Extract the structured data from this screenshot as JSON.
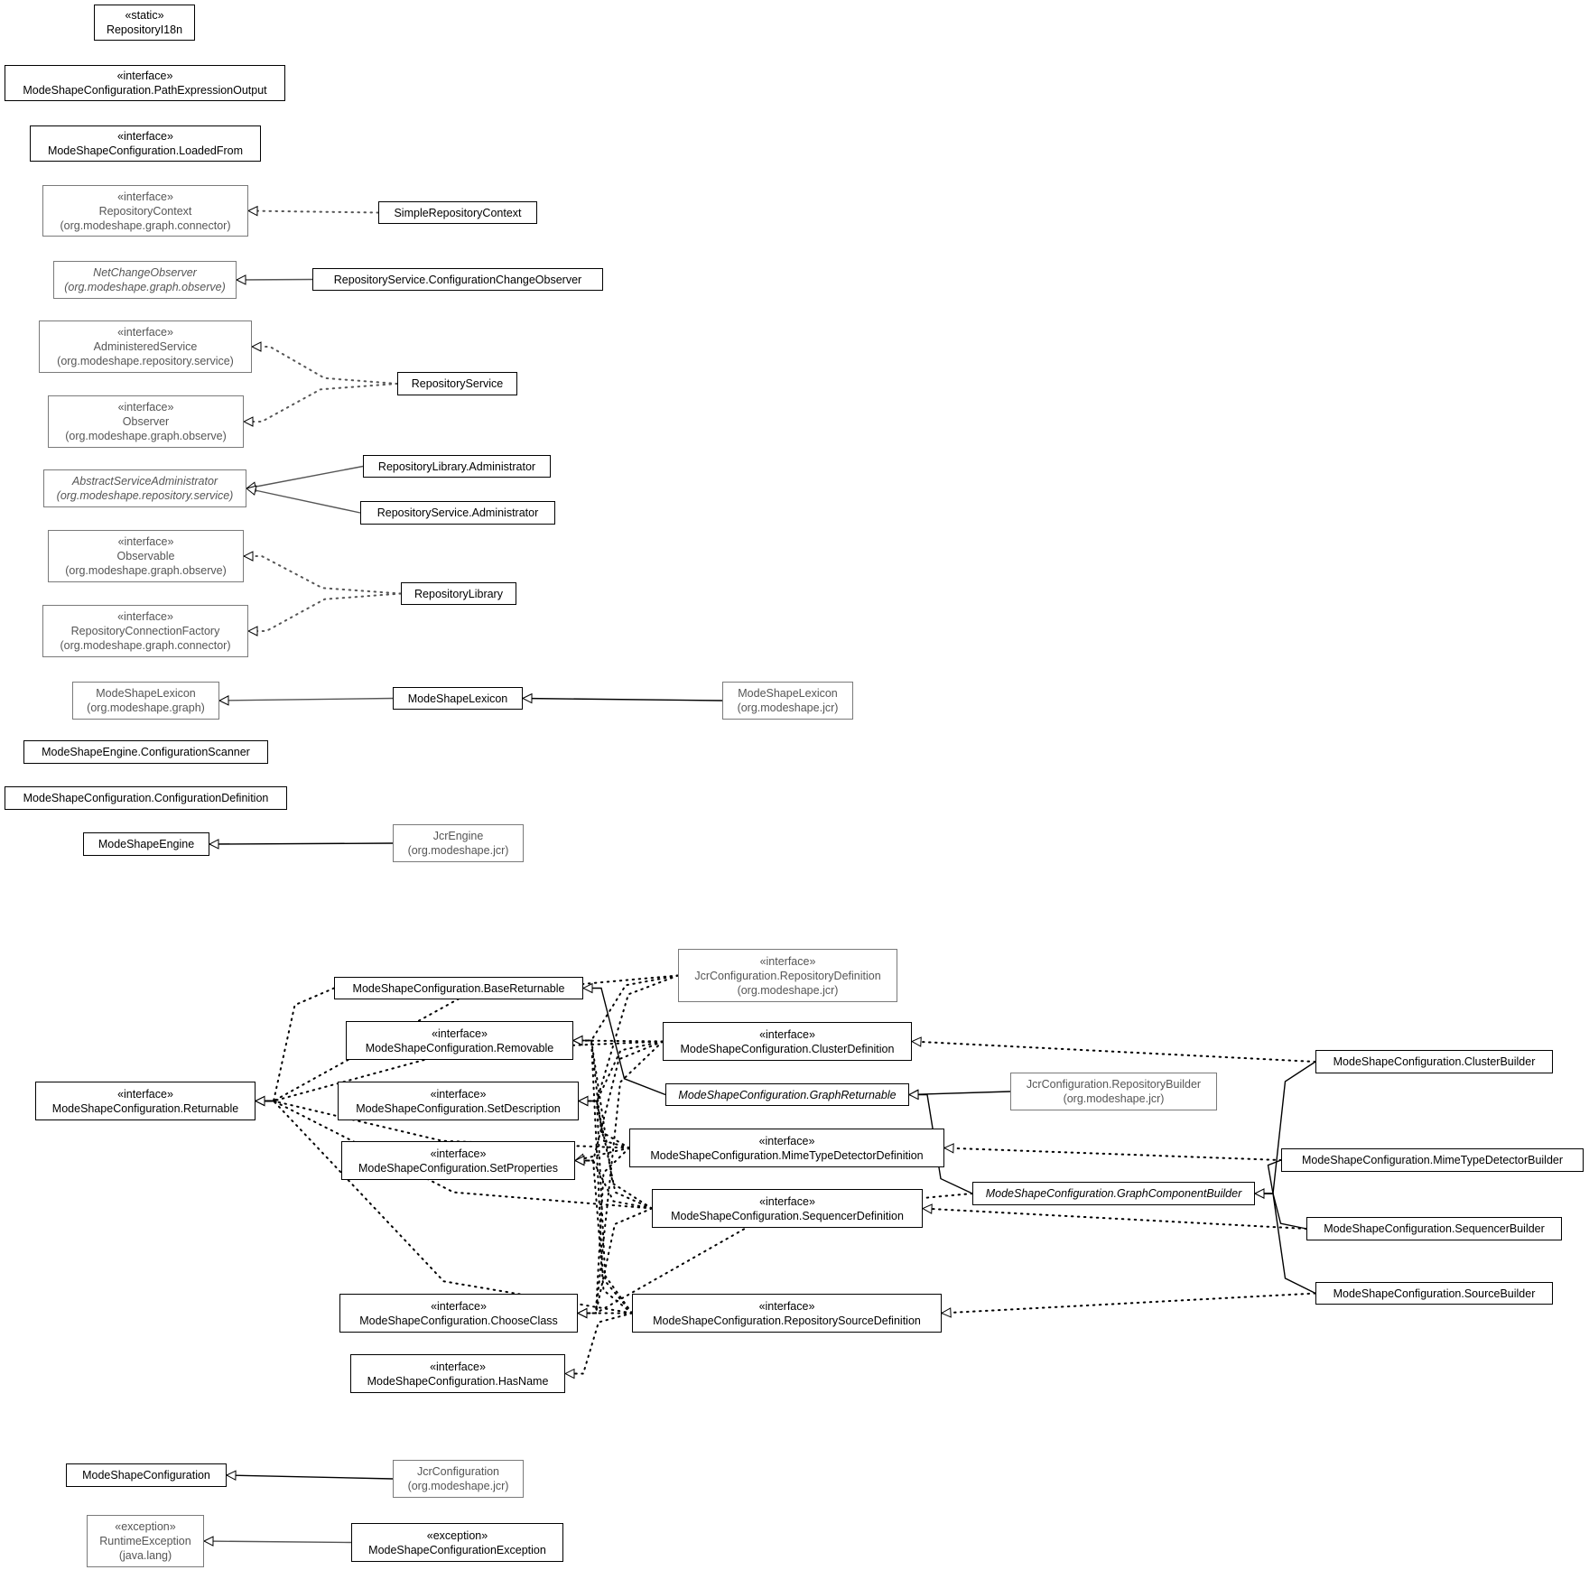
{
  "diagram": {
    "title": "",
    "classes": [
      {
        "id": "ri18n",
        "stereotype": "«static»",
        "name": "RepositoryI18n",
        "kind": "local"
      },
      {
        "id": "peo",
        "stereotype": "«interface»",
        "name": "ModeShapeConfiguration.PathExpressionOutput",
        "kind": "local"
      },
      {
        "id": "lf",
        "stereotype": "«interface»",
        "name": "ModeShapeConfiguration.LoadedFrom",
        "kind": "local"
      },
      {
        "id": "rc",
        "stereotype": "«interface»",
        "name": "RepositoryContext",
        "package": "(org.modeshape.graph.connector)",
        "kind": "external"
      },
      {
        "id": "src",
        "name": "SimpleRepositoryContext",
        "kind": "local"
      },
      {
        "id": "nco",
        "name": "NetChangeObserver",
        "package": "(org.modeshape.graph.observe)",
        "kind": "external",
        "abstract": true
      },
      {
        "id": "rscco",
        "name": "RepositoryService.ConfigurationChangeObserver",
        "kind": "local"
      },
      {
        "id": "as",
        "stereotype": "«interface»",
        "name": "AdministeredService",
        "package": "(org.modeshape.repository.service)",
        "kind": "external"
      },
      {
        "id": "rs",
        "name": "RepositoryService",
        "kind": "local"
      },
      {
        "id": "obs",
        "stereotype": "«interface»",
        "name": "Observer",
        "package": "(org.modeshape.graph.observe)",
        "kind": "external"
      },
      {
        "id": "asa",
        "name": "AbstractServiceAdministrator",
        "package": "(org.modeshape.repository.service)",
        "kind": "external",
        "abstract": true
      },
      {
        "id": "rla",
        "name": "RepositoryLibrary.Administrator",
        "kind": "local"
      },
      {
        "id": "rsa",
        "name": "RepositoryService.Administrator",
        "kind": "local"
      },
      {
        "id": "obl",
        "stereotype": "«interface»",
        "name": "Observable",
        "package": "(org.modeshape.graph.observe)",
        "kind": "external"
      },
      {
        "id": "rl",
        "name": "RepositoryLibrary",
        "kind": "local"
      },
      {
        "id": "rcf",
        "stereotype": "«interface»",
        "name": "RepositoryConnectionFactory",
        "package": "(org.modeshape.graph.connector)",
        "kind": "external"
      },
      {
        "id": "mslg",
        "name": "ModeShapeLexicon",
        "package": "(org.modeshape.graph)",
        "kind": "external"
      },
      {
        "id": "msl",
        "name": "ModeShapeLexicon",
        "kind": "local"
      },
      {
        "id": "mslj",
        "name": "ModeShapeLexicon",
        "package": "(org.modeshape.jcr)",
        "kind": "external"
      },
      {
        "id": "mecs",
        "name": "ModeShapeEngine.ConfigurationScanner",
        "kind": "local"
      },
      {
        "id": "mccd",
        "name": "ModeShapeConfiguration.ConfigurationDefinition",
        "kind": "local"
      },
      {
        "id": "mse",
        "name": "ModeShapeEngine",
        "kind": "local"
      },
      {
        "id": "jcre",
        "name": "JcrEngine",
        "package": "(org.modeshape.jcr)",
        "kind": "external"
      },
      {
        "id": "jcrrd",
        "stereotype": "«interface»",
        "name": "JcrConfiguration.RepositoryDefinition",
        "package": "(org.modeshape.jcr)",
        "kind": "external"
      },
      {
        "id": "br",
        "name": "ModeShapeConfiguration.BaseReturnable",
        "kind": "local"
      },
      {
        "id": "rem",
        "stereotype": "«interface»",
        "name": "ModeShapeConfiguration.Removable",
        "kind": "local"
      },
      {
        "id": "cd",
        "stereotype": "«interface»",
        "name": "ModeShapeConfiguration.ClusterDefinition",
        "kind": "local"
      },
      {
        "id": "cb",
        "name": "ModeShapeConfiguration.ClusterBuilder",
        "kind": "local"
      },
      {
        "id": "ret",
        "stereotype": "«interface»",
        "name": "ModeShapeConfiguration.Returnable",
        "kind": "local"
      },
      {
        "id": "sd",
        "stereotype": "«interface»",
        "name": "ModeShapeConfiguration.SetDescription",
        "kind": "local"
      },
      {
        "id": "gr",
        "name": "ModeShapeConfiguration.GraphReturnable",
        "kind": "local",
        "abstract": true
      },
      {
        "id": "jcrrb",
        "name": "JcrConfiguration.RepositoryBuilder",
        "package": "(org.modeshape.jcr)",
        "kind": "external"
      },
      {
        "id": "sp",
        "stereotype": "«interface»",
        "name": "ModeShapeConfiguration.SetProperties",
        "kind": "local"
      },
      {
        "id": "mtdd",
        "stereotype": "«interface»",
        "name": "ModeShapeConfiguration.MimeTypeDetectorDefinition",
        "kind": "local"
      },
      {
        "id": "mtdb",
        "name": "ModeShapeConfiguration.MimeTypeDetectorBuilder",
        "kind": "local"
      },
      {
        "id": "gcb",
        "name": "ModeShapeConfiguration.GraphComponentBuilder",
        "kind": "local",
        "abstract": true
      },
      {
        "id": "seqd",
        "stereotype": "«interface»",
        "name": "ModeShapeConfiguration.SequencerDefinition",
        "kind": "local"
      },
      {
        "id": "seqb",
        "name": "ModeShapeConfiguration.SequencerBuilder",
        "kind": "local"
      },
      {
        "id": "cc",
        "stereotype": "«interface»",
        "name": "ModeShapeConfiguration.ChooseClass",
        "kind": "local"
      },
      {
        "id": "rsd",
        "stereotype": "«interface»",
        "name": "ModeShapeConfiguration.RepositorySourceDefinition",
        "kind": "local"
      },
      {
        "id": "srcb",
        "name": "ModeShapeConfiguration.SourceBuilder",
        "kind": "local"
      },
      {
        "id": "hn",
        "stereotype": "«interface»",
        "name": "ModeShapeConfiguration.HasName",
        "kind": "local"
      },
      {
        "id": "msc",
        "name": "ModeShapeConfiguration",
        "kind": "local"
      },
      {
        "id": "jcrc",
        "name": "JcrConfiguration",
        "package": "(org.modeshape.jcr)",
        "kind": "external"
      },
      {
        "id": "rte",
        "stereotype": "«exception»",
        "name": "RuntimeException",
        "package": "(java.lang)",
        "kind": "external"
      },
      {
        "id": "msce",
        "stereotype": "«exception»",
        "name": "ModeShapeConfigurationException",
        "kind": "local"
      }
    ],
    "relations": [
      {
        "from": "src",
        "to": "rc",
        "type": "realization"
      },
      {
        "from": "rscco",
        "to": "nco",
        "type": "generalization"
      },
      {
        "from": "rs",
        "to": "as",
        "type": "realization"
      },
      {
        "from": "rs",
        "to": "obs",
        "type": "realization"
      },
      {
        "from": "rla",
        "to": "asa",
        "type": "generalization"
      },
      {
        "from": "rsa",
        "to": "asa",
        "type": "generalization"
      },
      {
        "from": "rl",
        "to": "obl",
        "type": "realization"
      },
      {
        "from": "rl",
        "to": "rcf",
        "type": "realization"
      },
      {
        "from": "msl",
        "to": "mslg",
        "type": "generalization"
      },
      {
        "from": "mslj",
        "to": "msl",
        "type": "generalization"
      },
      {
        "from": "jcre",
        "to": "mse",
        "type": "generalization"
      },
      {
        "from": "cb",
        "to": "cd",
        "type": "realization"
      },
      {
        "from": "cb",
        "to": "gcb",
        "type": "generalization"
      },
      {
        "from": "jcrrb",
        "to": "gr",
        "type": "generalization"
      },
      {
        "from": "mtdb",
        "to": "mtdd",
        "type": "realization"
      },
      {
        "from": "mtdb",
        "to": "gcb",
        "type": "generalization"
      },
      {
        "from": "seqb",
        "to": "seqd",
        "type": "realization"
      },
      {
        "from": "seqb",
        "to": "gcb",
        "type": "generalization"
      },
      {
        "from": "srcb",
        "to": "rsd",
        "type": "realization"
      },
      {
        "from": "srcb",
        "to": "gcb",
        "type": "generalization"
      },
      {
        "from": "gcb",
        "to": "gr",
        "type": "generalization"
      },
      {
        "from": "gcb",
        "to": "cc",
        "type": "realization"
      },
      {
        "from": "gr",
        "to": "br",
        "type": "generalization"
      },
      {
        "from": "br",
        "to": "ret",
        "type": "realization"
      },
      {
        "from": "cd",
        "to": "rem",
        "type": "realization"
      },
      {
        "from": "cd",
        "to": "sd",
        "type": "realization"
      },
      {
        "from": "cd",
        "to": "sp",
        "type": "realization"
      },
      {
        "from": "cd",
        "to": "ret",
        "type": "realization"
      },
      {
        "from": "cd",
        "to": "cc",
        "type": "realization"
      },
      {
        "from": "mtdd",
        "to": "rem",
        "type": "realization"
      },
      {
        "from": "mtdd",
        "to": "sd",
        "type": "realization"
      },
      {
        "from": "mtdd",
        "to": "sp",
        "type": "realization"
      },
      {
        "from": "mtdd",
        "to": "cc",
        "type": "realization"
      },
      {
        "from": "mtdd",
        "to": "ret",
        "type": "realization"
      },
      {
        "from": "seqd",
        "to": "rem",
        "type": "realization"
      },
      {
        "from": "seqd",
        "to": "sd",
        "type": "realization"
      },
      {
        "from": "seqd",
        "to": "sp",
        "type": "realization"
      },
      {
        "from": "seqd",
        "to": "cc",
        "type": "realization"
      },
      {
        "from": "seqd",
        "to": "ret",
        "type": "realization"
      },
      {
        "from": "rsd",
        "to": "rem",
        "type": "realization"
      },
      {
        "from": "rsd",
        "to": "sd",
        "type": "realization"
      },
      {
        "from": "rsd",
        "to": "sp",
        "type": "realization"
      },
      {
        "from": "rsd",
        "to": "cc",
        "type": "realization"
      },
      {
        "from": "rsd",
        "to": "hn",
        "type": "realization"
      },
      {
        "from": "rsd",
        "to": "ret",
        "type": "realization"
      },
      {
        "from": "jcrrd",
        "to": "ret",
        "type": "realization"
      },
      {
        "from": "jcrrd",
        "to": "rem",
        "type": "realization"
      },
      {
        "from": "jcrrd",
        "to": "sd",
        "type": "realization"
      },
      {
        "from": "jcrc",
        "to": "msc",
        "type": "generalization"
      },
      {
        "from": "msce",
        "to": "rte",
        "type": "generalization"
      }
    ]
  }
}
